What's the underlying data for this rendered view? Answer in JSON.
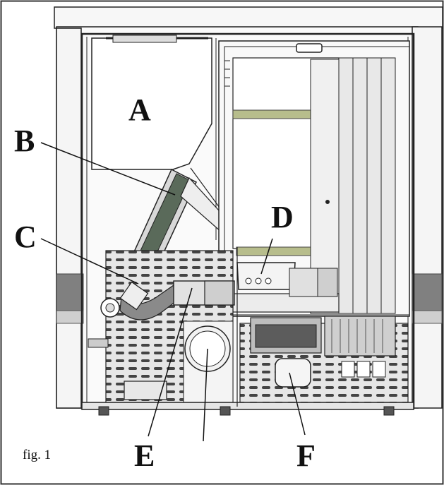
{
  "labels": {
    "a": "A",
    "b": "B",
    "c": "C",
    "d": "D",
    "e": "E",
    "f": "F"
  },
  "caption": "fig. 1",
  "colors": {
    "line": "#222222",
    "olive": "#b7bd8c",
    "panel_grey": "#9a9a9a",
    "band_grey": "#808080",
    "perf_fill": "#e6e6e6",
    "light": "#f2f2f2"
  }
}
